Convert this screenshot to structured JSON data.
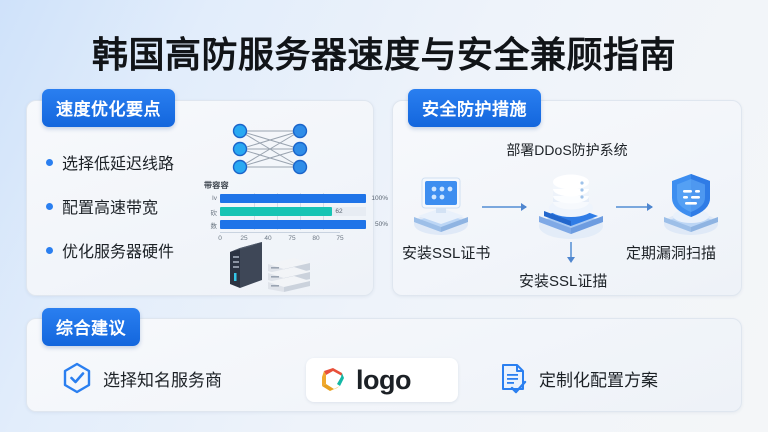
{
  "title": "韩国高防服务器速度与安全兼顾指南",
  "theme": {
    "accent": "#1366dd",
    "badge_gradient_from": "#2a7ff0",
    "badge_gradient_to": "#1366dd",
    "bar_blue": "#1f74e8",
    "bar_teal": "#17c4b4",
    "bg_from": "#cfe2fa",
    "bg_to": "#f4f6f8",
    "text": "#1c2126"
  },
  "panels": {
    "speed": {
      "badge": "速度优化要点",
      "bullets": [
        {
          "label": "选择低延迟线路"
        },
        {
          "label": "配置高速带宽"
        },
        {
          "label": "优化服务器硬件"
        }
      ],
      "mesh_icon": "network-mesh-icon",
      "server_icon": "server-rack-icon"
    },
    "security": {
      "badge": "安全防护措施",
      "subtitle": "部署DDoS防护系统",
      "nodes": [
        {
          "icon": "monitor-ssl-icon",
          "label": "安装SSL证书"
        },
        {
          "icon": "database-stack-icon",
          "label": "安装SSL证描"
        },
        {
          "icon": "shield-scan-icon",
          "label": "定期漏洞扫描"
        }
      ]
    },
    "advice": {
      "badge": "综合建议",
      "items": [
        {
          "icon": "hexagon-check-icon",
          "label": "选择知名服务商"
        },
        {
          "icon": "brand-logo-icon",
          "label": "logo"
        },
        {
          "icon": "document-check-icon",
          "label": "定制化配置方案"
        }
      ]
    }
  },
  "chart_data": {
    "type": "bar",
    "title": "带容容",
    "orientation": "horizontal",
    "categories": [
      "Iv",
      "砍",
      "数"
    ],
    "values": [
      100,
      62,
      50
    ],
    "value_labels": [
      "100%",
      "62",
      "50%"
    ],
    "colors": [
      "#1f74e8",
      "#17c4b4",
      "#1f74e8"
    ],
    "xlabel": "",
    "ylabel": "",
    "xlim": [
      0,
      100
    ],
    "xticks": [
      0,
      25,
      40,
      75,
      80,
      75
    ],
    "xtick_labels": [
      "0",
      "25",
      "40",
      "75",
      "80",
      "75"
    ],
    "grid": true,
    "legend": false
  }
}
